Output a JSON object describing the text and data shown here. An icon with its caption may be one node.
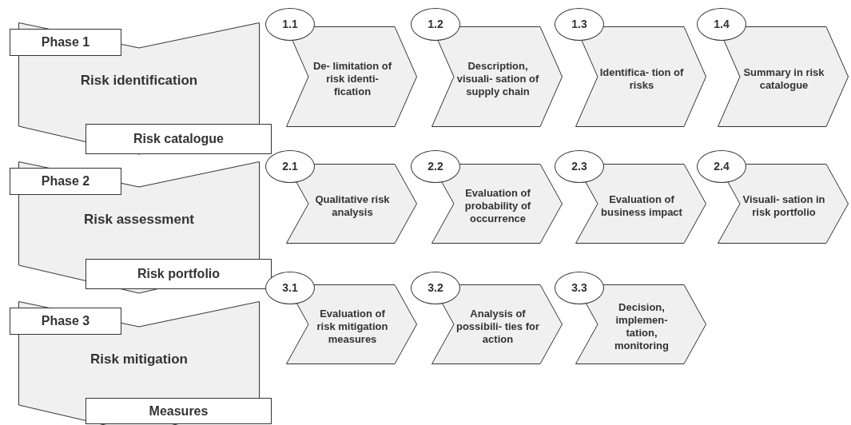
{
  "diagram": {
    "nodes": [
      {
        "text": [
          "Phase 1"
        ]
      },
      {
        "text": [
          "Risk identification"
        ]
      },
      {
        "text": [
          "Risk catalogue"
        ]
      },
      {
        "text": [
          "1.1"
        ]
      },
      {
        "text": [
          "De- limitation of risk identi- fication"
        ]
      },
      {
        "text": [
          "1.2"
        ]
      },
      {
        "text": [
          "Description, visuali- sation of supply chain"
        ]
      },
      {
        "text": [
          "1.3"
        ]
      },
      {
        "text": [
          "Identifica- tion of risks"
        ]
      },
      {
        "text": [
          "1.4"
        ]
      },
      {
        "text": [
          "Summary in risk catalogue"
        ]
      },
      {
        "text": [
          "Phase 2"
        ]
      },
      {
        "text": [
          "Risk assessment"
        ]
      },
      {
        "text": [
          "Risk portfolio"
        ]
      },
      {
        "text": [
          "2.1"
        ]
      },
      {
        "text": [
          "Qualitative risk analysis"
        ]
      },
      {
        "text": [
          "2.2"
        ]
      },
      {
        "text": [
          "Evaluation of probability of occurrence"
        ]
      },
      {
        "text": [
          "2.3"
        ]
      },
      {
        "text": [
          "Evaluation of business impact"
        ]
      },
      {
        "text": [
          "2.4"
        ]
      },
      {
        "text": [
          "Visuali- sation in risk portfolio"
        ]
      },
      {
        "text": [
          "Phase 3"
        ]
      },
      {
        "text": [
          "Risk mitigation"
        ]
      },
      {
        "text": [
          "Measures"
        ]
      },
      {
        "text": [
          "3.1"
        ]
      },
      {
        "text": [
          "Evaluation of risk mitigation measures"
        ]
      },
      {
        "text": [
          "3.2"
        ]
      },
      {
        "text": [
          "Analysis of possibili- ties for action"
        ]
      },
      {
        "text": [
          "3.3"
        ]
      },
      {
        "text": [
          "Decision, implemen- tation, monitoring"
        ]
      }
    ],
    "edges": []
  }
}
